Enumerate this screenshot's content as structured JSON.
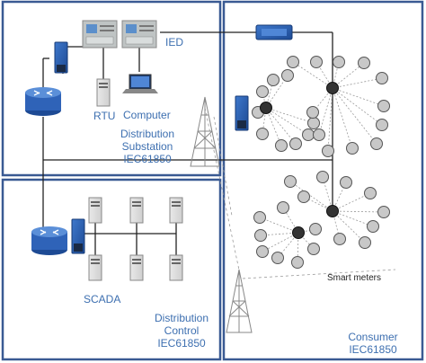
{
  "labels": {
    "ied": "IED",
    "rtu": "RTU",
    "computer": "Computer",
    "substation": [
      "Distribution",
      "Substation",
      "IEC61850"
    ],
    "control": [
      "Distribution",
      "Control",
      "IEC61850"
    ],
    "consumer": [
      "Consumer",
      "IEC61850"
    ],
    "scada": "SCADA",
    "smart_meters": "Smart meters"
  },
  "colors": {
    "zone_border": "#3a5a93",
    "label_blue": "#3d6fb0",
    "router": "#2f63b8",
    "modem": "#2e55a3",
    "hub_node": "#333333",
    "meter_fill": "#c8c8c8",
    "line": "#222222",
    "dashed": "#9a9a9a"
  },
  "icons": [
    "router-icon",
    "server-icon",
    "ied-device-icon",
    "modem-icon",
    "laptop-icon",
    "tower-icon",
    "smart-meter-icon",
    "ups-icon"
  ]
}
